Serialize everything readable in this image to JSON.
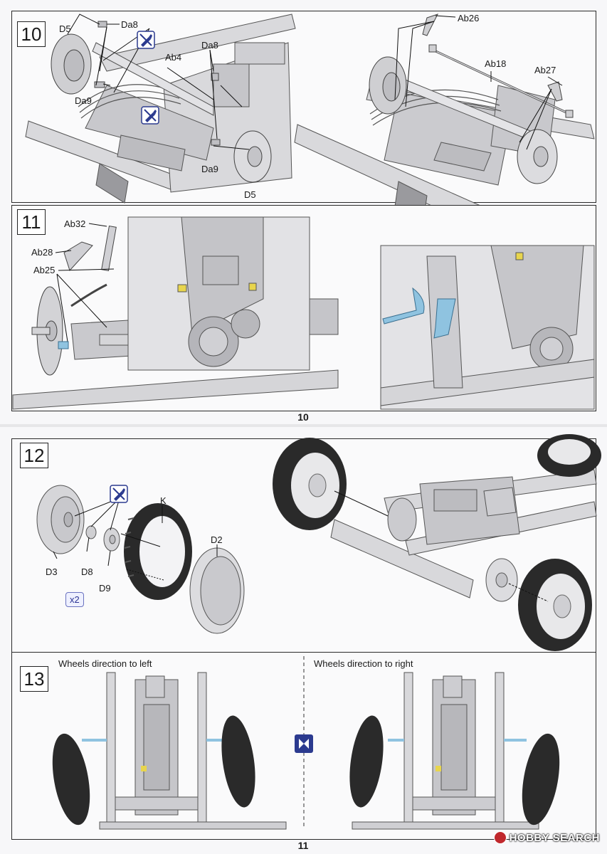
{
  "top_page": {
    "page_number": "10",
    "step10": {
      "step_number": "10",
      "labels": {
        "d5_left": "D5",
        "da8_left": "Da8",
        "ab4": "Ab4",
        "da9_left": "Da9",
        "da8_right": "Da8",
        "da9_right": "Da9",
        "d5_right": "D5",
        "ab26": "Ab26",
        "ab18": "Ab18",
        "ab27": "Ab27"
      }
    },
    "step11": {
      "step_number": "11",
      "labels": {
        "ab32": "Ab32",
        "ab28": "Ab28",
        "ab25": "Ab25"
      }
    }
  },
  "bottom_page": {
    "page_number": "11",
    "step12": {
      "step_number": "12",
      "labels": {
        "k": "K",
        "d2": "D2",
        "d3": "D3",
        "d8": "D8",
        "d9": "D9"
      },
      "quantity": "x2"
    },
    "step13": {
      "step_number": "13",
      "left_caption": "Wheels direction to left",
      "right_caption": "Wheels direction to right"
    }
  },
  "watermark": "HOBBY SEARCH",
  "colors": {
    "icon_blue": "#2b3a8f",
    "part_blue": "#8fc3e0",
    "frame_grey": "#b9b9bd",
    "tire": "#2a2a2a"
  },
  "icons": [
    "cement-glue-icon",
    "cement-glue-icon",
    "cement-glue-icon",
    "do-not-glue-movable-icon"
  ]
}
